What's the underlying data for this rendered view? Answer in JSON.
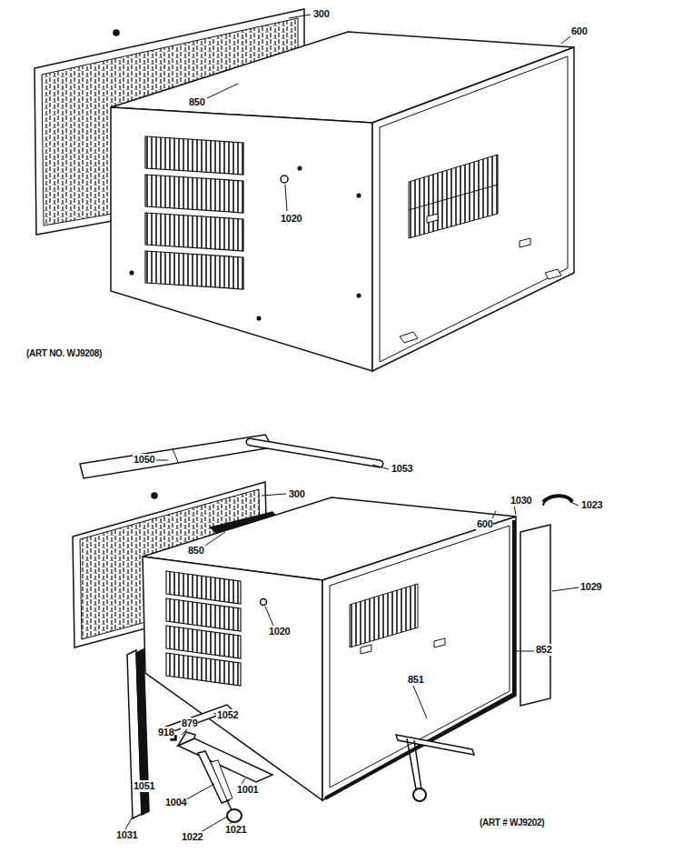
{
  "diagram": {
    "labels": [
      "300",
      "600",
      "850",
      "1020",
      "(ART NO. WJ9208)",
      "1050",
      "1053",
      "300",
      "1030",
      "1023",
      "600",
      "850",
      "1029",
      "1020",
      "852",
      "851",
      "918",
      "879",
      "1052",
      "1001",
      "1051",
      "1004",
      "1031",
      "1022",
      "1021",
      "(ART # WJ9202)"
    ]
  }
}
